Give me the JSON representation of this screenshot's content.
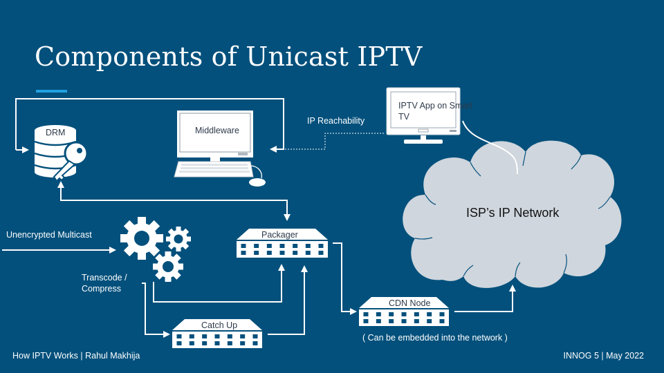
{
  "slide": {
    "title": "Components of Unicast IPTV",
    "accent_color": "#21a0e0",
    "background_color": "#03507c"
  },
  "components": {
    "drm": {
      "label": "DRM",
      "icon": "database-key-icon"
    },
    "middleware": {
      "label": "Middleware",
      "icon": "desktop-computer-icon"
    },
    "smart_tv": {
      "label": "IPTV App on Smart TV",
      "icon": "tv-monitor-icon"
    },
    "isp_network": {
      "label": "ISP’s IP Network",
      "icon": "cloud-icon"
    },
    "transcoder": {
      "label_line1": "Transcode /",
      "label_line2": "Compress",
      "icon": "gears-icon"
    },
    "packager": {
      "label": "Packager",
      "icon": "rack-server-icon"
    },
    "catch_up": {
      "label": "Catch Up",
      "icon": "rack-server-icon"
    },
    "cdn_node": {
      "label": "CDN Node",
      "note": "( Can be embedded into the network )",
      "icon": "rack-server-icon"
    }
  },
  "connections": {
    "input_label": "Unencrypted Multicast",
    "reachability_label": "IP Reachability"
  },
  "footer": {
    "left": "How IPTV Works | Rahul Makhija",
    "right": "INNOG 5 | May 2022"
  }
}
